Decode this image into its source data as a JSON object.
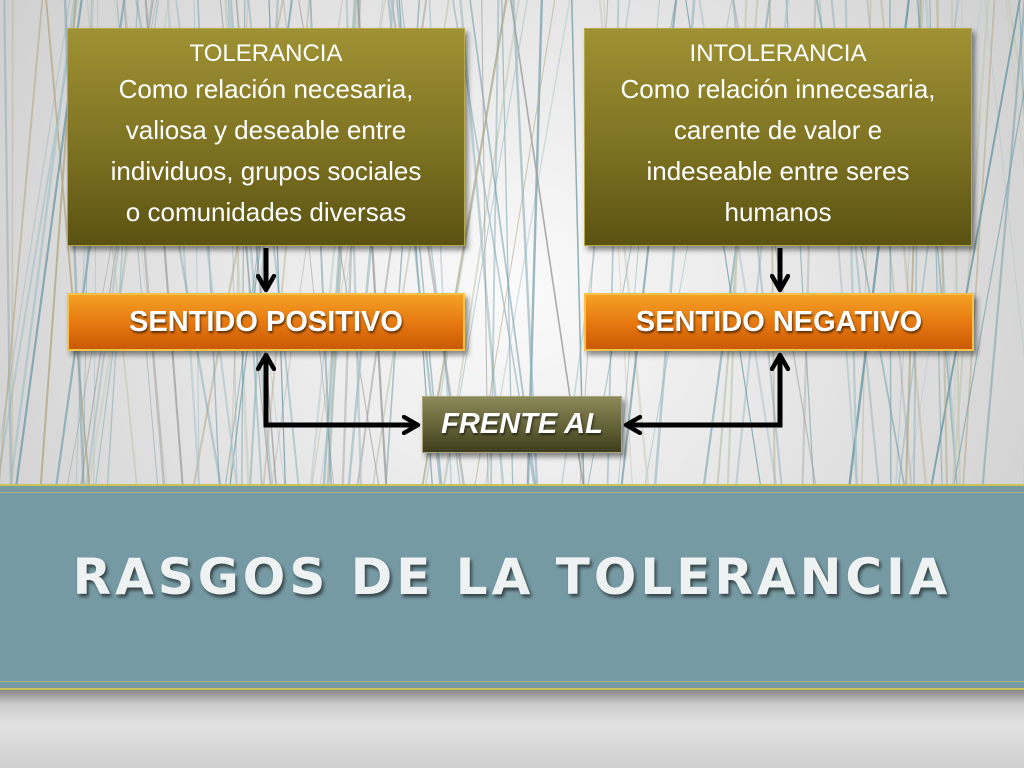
{
  "diagram": {
    "left_box": {
      "heading": "TOLERANCIA",
      "body_lines": [
        "Como relación necesaria,",
        "valiosa y deseable entre",
        "individuos, grupos sociales",
        "o comunidades diversas"
      ]
    },
    "right_box": {
      "heading": "INTOLERANCIA",
      "body_lines": [
        "Como relación innecesaria,",
        "carente de valor e",
        "indeseable entre seres",
        "humanos"
      ]
    },
    "positive_label": "SENTIDO POSITIVO",
    "negative_label": "SENTIDO NEGATIVO",
    "center_label": "FRENTE AL"
  },
  "title": "RASGOS DE LA TOLERANCIA",
  "colors": {
    "olive_box": "#7d7222",
    "orange_box": "#e6760f",
    "center_box": "#5f5d33",
    "title_band": "#769aa3",
    "band_border": "#c9c35a",
    "arrow": "#000000"
  }
}
